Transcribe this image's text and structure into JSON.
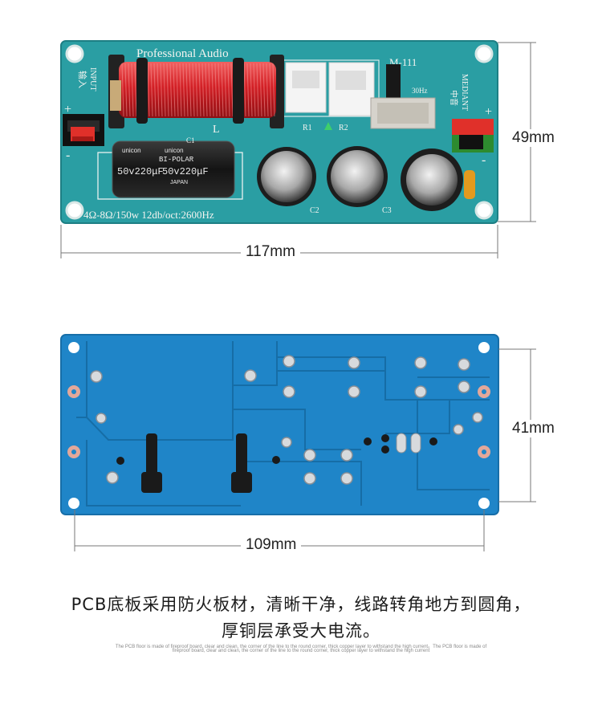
{
  "front_board": {
    "silk_title": "Professional Audio",
    "model": "M-111",
    "input_label": "INPUT",
    "input_label_cn": "输入",
    "output_label": "MEDIANT",
    "output_label_cn": "中音",
    "inductor_label": "L",
    "r1_label": "R1",
    "r2_label": "R2",
    "switch_label": "30Hz",
    "c1_label": "C1",
    "c2_label": "C2",
    "c3_label": "C3",
    "plus_sign": "+",
    "minus_sign": "-",
    "spec_text": "4Ω-8Ω/150w 12db/oct:2600Hz",
    "cap_brand": "unicon",
    "cap_type": "BI-POLAR",
    "cap_value": "50v220μF",
    "cap_origin": "JAPAN"
  },
  "front_dimensions": {
    "width": "117mm",
    "height": "49mm"
  },
  "back_dimensions": {
    "width": "109mm",
    "height": "41mm"
  },
  "caption": {
    "line1": "PCB底板采用防火板材，清晰干净，线路转角地方到圆角，",
    "line2": "厚铜层承受大电流。",
    "fine_print_1": "The PCB floor is made of fireproof board, clear and clean, the corner of the line to the round corner, thick copper layer to withstand the high current。The PCB floor is made of",
    "fine_print_2": "fireproof board, clear and clean, the corner of the line to the round corner, thick copper layer to withstand the high current"
  },
  "colors": {
    "front_pcb": "#2a9ea3",
    "back_pcb": "#1f85c8",
    "coil": "#d8262b",
    "terminal_red": "#e0302a"
  }
}
